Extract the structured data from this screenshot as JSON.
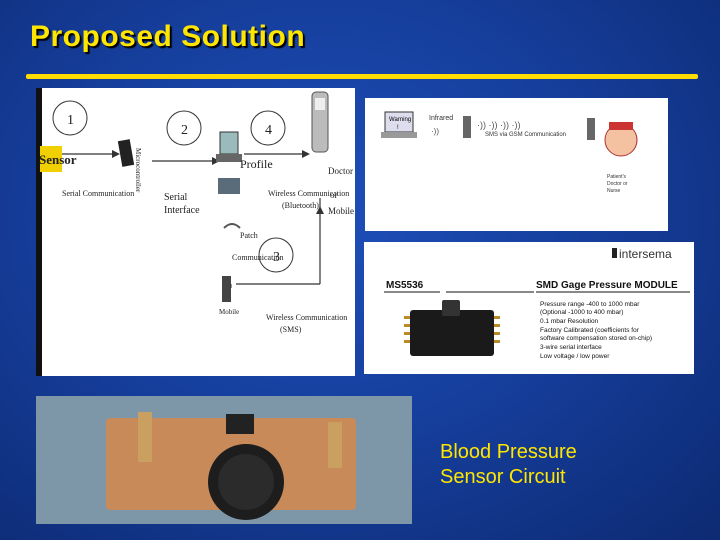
{
  "slide": {
    "title": "Proposed Solution",
    "caption_line1": "Blood Pressure",
    "caption_line2": "Sensor Circuit"
  },
  "block_diagram": {
    "step1": "1",
    "step2": "2",
    "step3": "3",
    "step4": "4",
    "sensor": "Sensor",
    "microcontroller": "Microcontroller",
    "serial_communication": "Serial Communication",
    "serial_interface_1": "Serial",
    "serial_interface_2": "Interface",
    "profile": "Profile",
    "wireless_bt_1": "Wireless Communication",
    "wireless_bt_2": "(Bluetooth)",
    "wireless_sms_1": "Wireless Communication",
    "wireless_sms_2": "(SMS)",
    "patch_comm_1": "Patch",
    "patch_comm_2": "Communication",
    "mobile": "Mobile",
    "doctor_1": "Doctor",
    "doctor_2": "or",
    "doctor_3": "Mobile"
  },
  "communication_diagram": {
    "warning_1": "Warning",
    "warning_2": "!",
    "infrared": "Infrared",
    "sms_label": "SMS via GSM Communication",
    "recipient_1": "Patient's",
    "recipient_2": "Doctor or",
    "recipient_3": "Nurse"
  },
  "datasheet": {
    "brand": "intersema",
    "part": "MS5536",
    "module_title": "SMD Gage Pressure MODULE",
    "features": [
      "Pressure range -400 to 1000 mbar",
      "(Optional -1000 to 400 mbar)",
      "0.1 mbar Resolution",
      "Factory Calibrated (coefficients for",
      "software compensation stored on-chip)",
      "3-wire serial interface",
      "Low voltage / low power"
    ]
  }
}
